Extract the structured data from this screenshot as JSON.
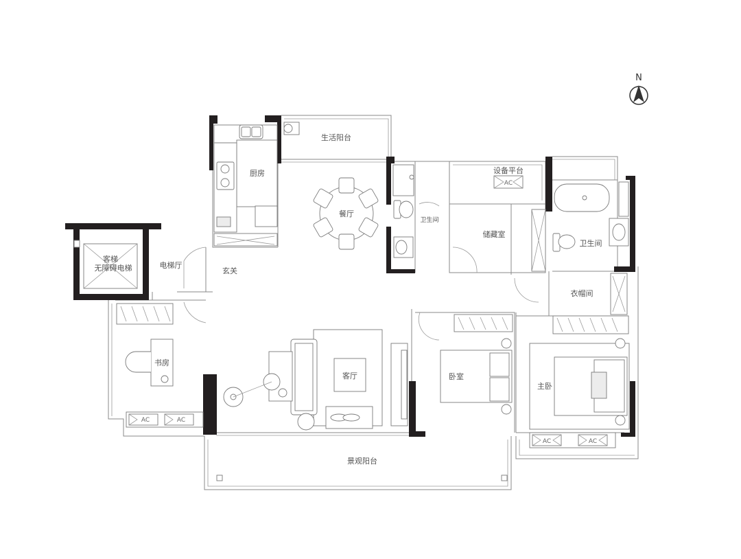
{
  "compass": {
    "north_label": "N"
  },
  "rooms": {
    "living_balcony": "生活阳台",
    "kitchen": "厨房",
    "dining": "餐厅",
    "equipment_platform": "设备平台",
    "bathroom_small": "卫生间",
    "storage": "储藏室",
    "bathroom_master": "卫生间",
    "elevator_hall": "电梯厅",
    "entrance": "玄关",
    "elevator_line1": "客梯",
    "elevator_line2": "无障碍电梯",
    "cloakroom": "衣帽间",
    "study": "书房",
    "living_room": "客厅",
    "bedroom": "卧室",
    "master_bedroom": "主卧",
    "view_balcony": "景观阳台"
  },
  "ac_units": [
    "AC",
    "AC",
    "AC",
    "AC",
    "AC"
  ]
}
